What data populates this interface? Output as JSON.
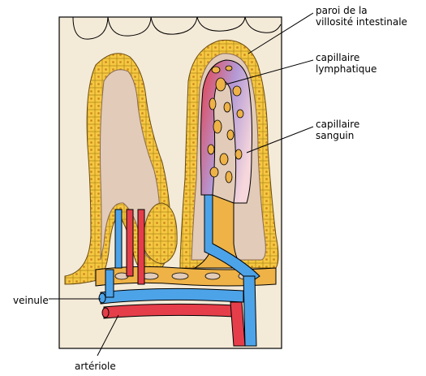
{
  "labels": {
    "wall": "paroi de la\nvillosité intestinale",
    "lymphatic_capillary": "capillaire\nlymphatique",
    "blood_capillary": "capillaire\nsanguin",
    "venule": "veinule",
    "arteriole": "artériole"
  },
  "colors": {
    "background_tissue": "#f4ead8",
    "villus_core": "#e2cbb8",
    "epithelium": "#f5c842",
    "lymphatic": "#eeb247",
    "vein": "#4da3e8",
    "artery": "#e53e4a"
  }
}
